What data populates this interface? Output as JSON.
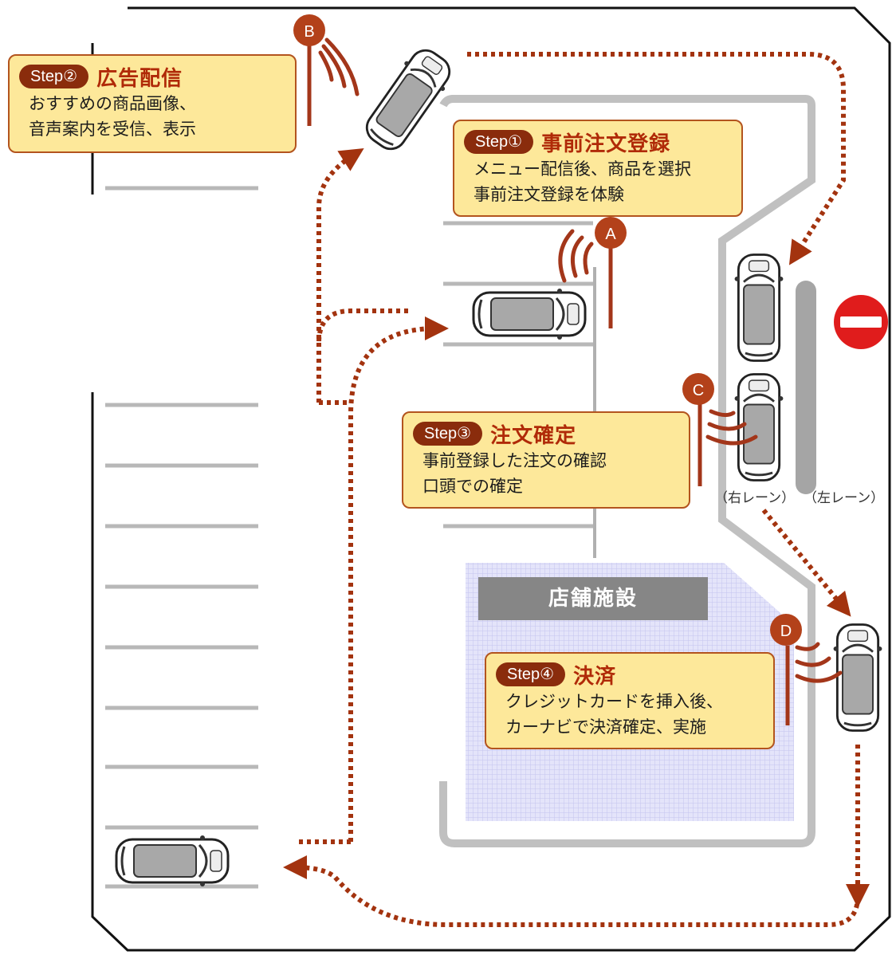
{
  "callouts": {
    "step1": {
      "pill": "Step①",
      "title": "事前注文登録",
      "lines": [
        "メニュー配信後、商品を選択",
        "事前注文登録を体験"
      ]
    },
    "step2": {
      "pill": "Step②",
      "title": "広告配信",
      "lines": [
        "おすすめの商品画像、",
        "音声案内を受信、表示"
      ]
    },
    "step3": {
      "pill": "Step③",
      "title": "注文確定",
      "lines": [
        "事前登録した注文の確認",
        "口頭での確定"
      ]
    },
    "step4": {
      "pill": "Step④",
      "title": "決済",
      "lines": [
        "クレジットカードを挿入後、",
        "カーナビで決済確定、実施"
      ]
    }
  },
  "markers": {
    "a": "A",
    "b": "B",
    "c": "C",
    "d": "D"
  },
  "store_label": "店舗施設",
  "lanes": {
    "right": "（右レーン）",
    "left": "（左レーン）"
  },
  "colors": {
    "accent": "#b02a08",
    "callout_bg": "#fde89a",
    "marker": "#b3411a",
    "route": "#a3330f",
    "no_entry": "#e01c1c"
  },
  "icons": {
    "no_entry": "no-entry-icon",
    "car": "car-icon",
    "signal": "wireless-signal-icon"
  }
}
